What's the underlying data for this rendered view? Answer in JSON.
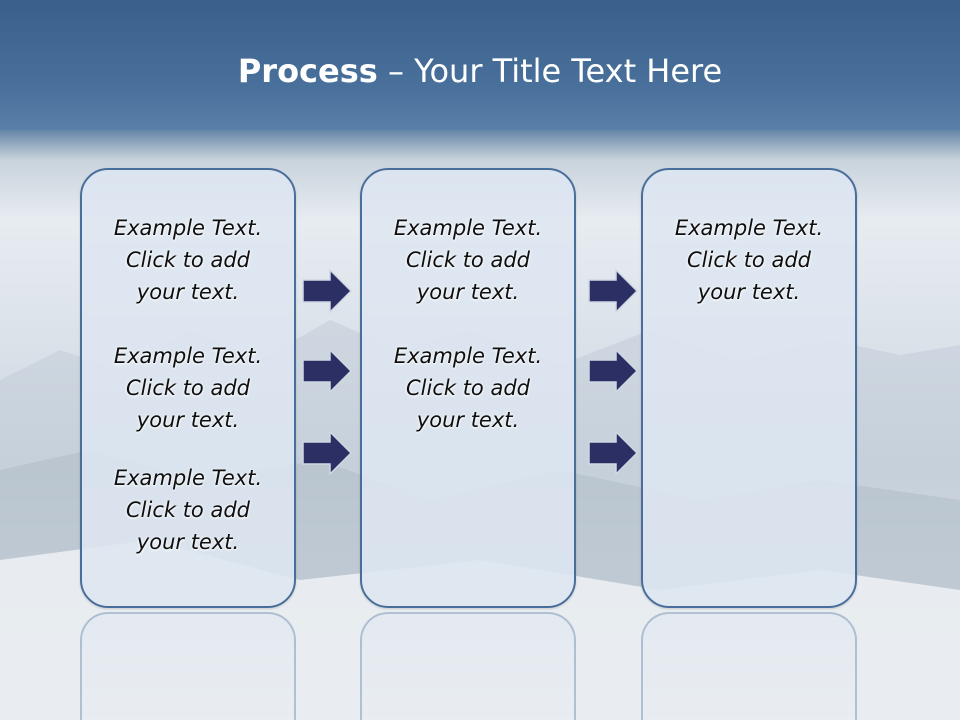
{
  "title": {
    "bold": "Process",
    "rest": " – Your Title Text Here"
  },
  "columns": [
    {
      "blocks": [
        [
          "Example Text.",
          "Click  to add",
          "your text."
        ],
        [
          "Example Text.",
          "Click  to add",
          "your text."
        ],
        [
          "Example Text.",
          "Click  to add",
          "your text."
        ]
      ]
    },
    {
      "blocks": [
        [
          "Example Text.",
          "Click  to add",
          "your text."
        ],
        [
          "Example Text.",
          "Click  to add",
          "your text."
        ]
      ]
    },
    {
      "blocks": [
        [
          "Example Text.",
          "Click  to add",
          "your text."
        ]
      ]
    }
  ],
  "colors": {
    "panel_border": "#4a6e9c",
    "arrow_fill": "#2c2f64",
    "title_bar": "#4a719c"
  },
  "icons": {
    "arrow": "right-arrow-icon"
  }
}
